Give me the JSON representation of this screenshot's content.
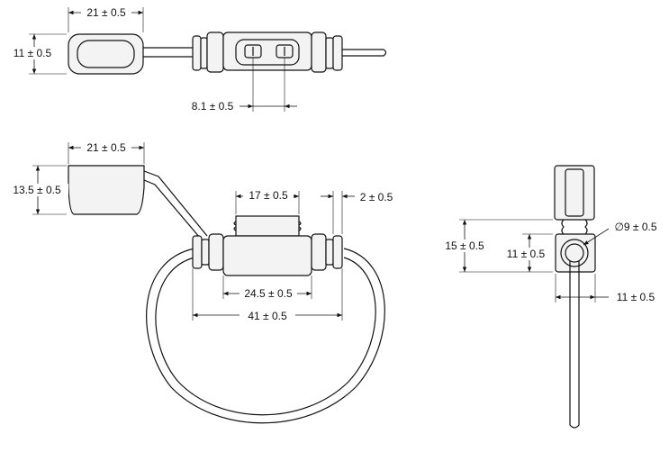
{
  "top_view": {
    "cap_width": "21 ± 0.5",
    "cap_height": "11 ± 0.5",
    "slot_spacing": "8.1 ± 0.5"
  },
  "front_view": {
    "cap_width": "21 ± 0.5",
    "cap_height": "13.5 ± 0.5",
    "fuse_width": "17 ± 0.5",
    "collar_width": "2 ± 0.5",
    "body_width": "24.5 ± 0.5",
    "overall_width": "41 ± 0.5"
  },
  "side_view": {
    "overall_height": "15 ± 0.5",
    "body_height": "11 ± 0.5",
    "wire_diameter": "∅9 ± 0.5",
    "body_width": "11 ± 0.5"
  }
}
